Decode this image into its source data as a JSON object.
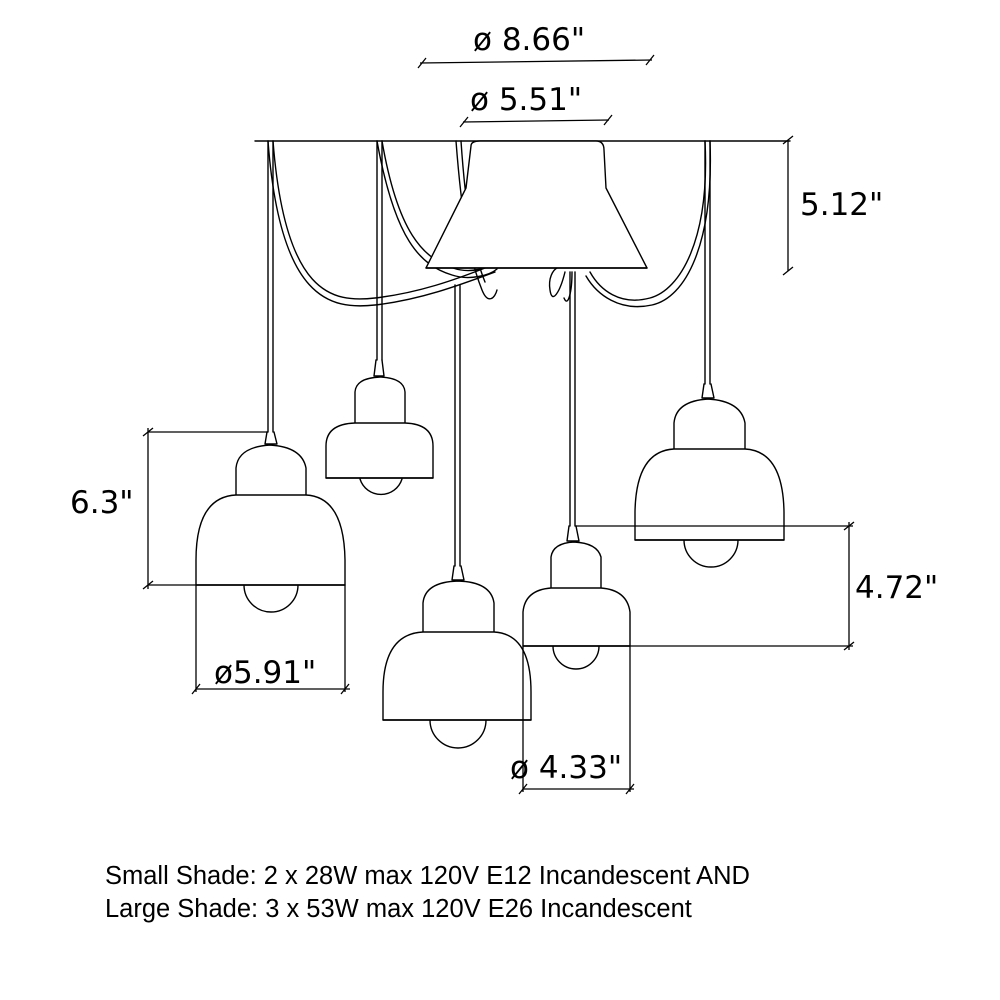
{
  "dimensions": {
    "canopy_outer_diameter": "ø 8.66\"",
    "canopy_inner_diameter": "ø 5.51\"",
    "canopy_height": "5.12\"",
    "large_shade_height": "6.3\"",
    "large_shade_diameter": "ø5.91\"",
    "small_shade_height": "4.72\"",
    "small_shade_diameter": "ø 4.33\""
  },
  "specs": {
    "line1": "Small Shade: 2 x 28W max 120V E12 Incandescent AND",
    "line2": "Large Shade: 3 x 53W max 120V E26 Incandescent"
  }
}
